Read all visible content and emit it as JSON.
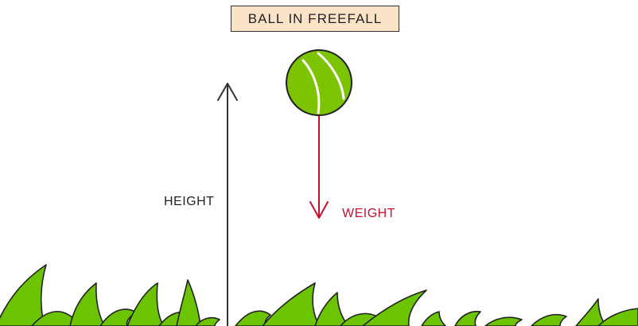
{
  "title": "BALL IN FREEFALL",
  "labels": {
    "height": "HEIGHT",
    "weight": "WEIGHT"
  },
  "colors": {
    "title_background": "#fbe3c8",
    "ball_fill": "#7cc400",
    "weight_arrow": "#c8102e",
    "height_arrow": "#333333",
    "grass_fill": "#6cc400",
    "outline": "#222222"
  },
  "icons": {
    "ball": "tennis-ball-icon",
    "grass": "grass-icon"
  }
}
